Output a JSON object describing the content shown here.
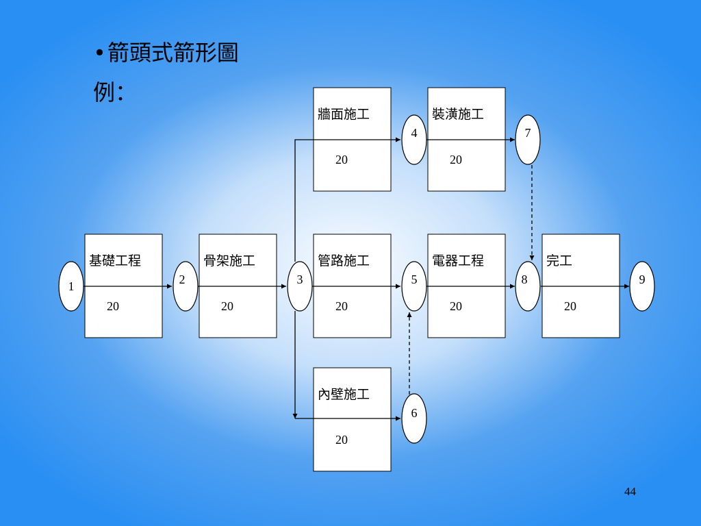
{
  "title": {
    "bullet": "•",
    "line1": "箭頭式箭形圖",
    "line2": "例："
  },
  "nodes": [
    "1",
    "2",
    "3",
    "4",
    "5",
    "6",
    "7",
    "8",
    "9"
  ],
  "activities": [
    {
      "name": "基礎工程",
      "duration": "20"
    },
    {
      "name": "骨架施工",
      "duration": "20"
    },
    {
      "name": "管路施工",
      "duration": "20"
    },
    {
      "name": "電器工程",
      "duration": "20"
    },
    {
      "name": "完工",
      "duration": "20"
    },
    {
      "name": "牆面施工",
      "duration": "20"
    },
    {
      "name": "裝潢施工",
      "duration": "20"
    },
    {
      "name": "內壁施工",
      "duration": "20"
    }
  ],
  "page_number": "44"
}
